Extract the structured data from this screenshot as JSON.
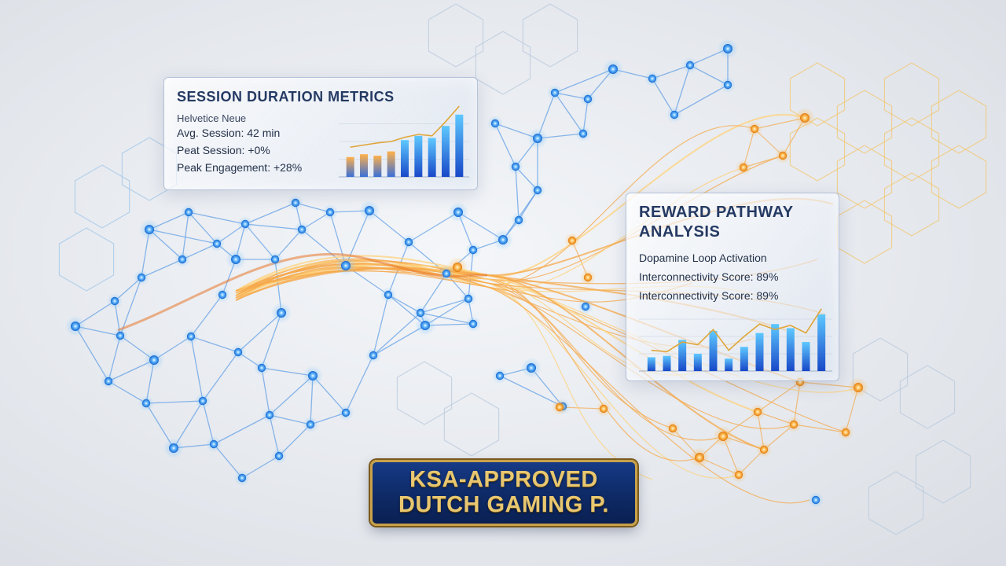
{
  "session_panel": {
    "title": "SESSION DURATION METRICS",
    "font_label": "Helvetice Neue",
    "avg_session": "Avg. Session: 42 min",
    "peak_session": "Peat Session: +0%",
    "peak_engagement": "Peak Engagement: +28%"
  },
  "reward_panel": {
    "title_line_1": "REWARD PATHWAY",
    "title_line_2": "ANALYSIS",
    "line_1": "Dopamine Loop Activation",
    "line_2": "Interconnectivity Score: 89%",
    "line_3": "Interconnectivity Score: 89%"
  },
  "badge": {
    "line_1": "KSA-APPROVED",
    "line_2": "DUTCH GAMING P."
  },
  "colors": {
    "node_blue": "#1f7fe0",
    "node_orange": "#f2a03a",
    "link_blue": "#5b9be6",
    "link_orange": "#f5a84a",
    "badge_bg": "#12347a",
    "badge_gold": "#e8c770"
  },
  "session_chart": {
    "values": [
      0.28,
      0.32,
      0.3,
      0.36,
      0.52,
      0.58,
      0.55,
      0.72,
      0.88
    ],
    "trend": [
      0.42,
      0.45,
      0.48,
      0.5,
      0.56,
      0.6,
      0.58,
      0.78,
      1.0
    ]
  },
  "reward_chart": {
    "values": [
      0.2,
      0.22,
      0.45,
      0.25,
      0.58,
      0.18,
      0.35,
      0.55,
      0.68,
      0.62,
      0.42,
      0.82
    ],
    "trend": [
      0.3,
      0.28,
      0.42,
      0.38,
      0.6,
      0.3,
      0.5,
      0.68,
      0.6,
      0.66,
      0.55,
      0.9
    ]
  }
}
